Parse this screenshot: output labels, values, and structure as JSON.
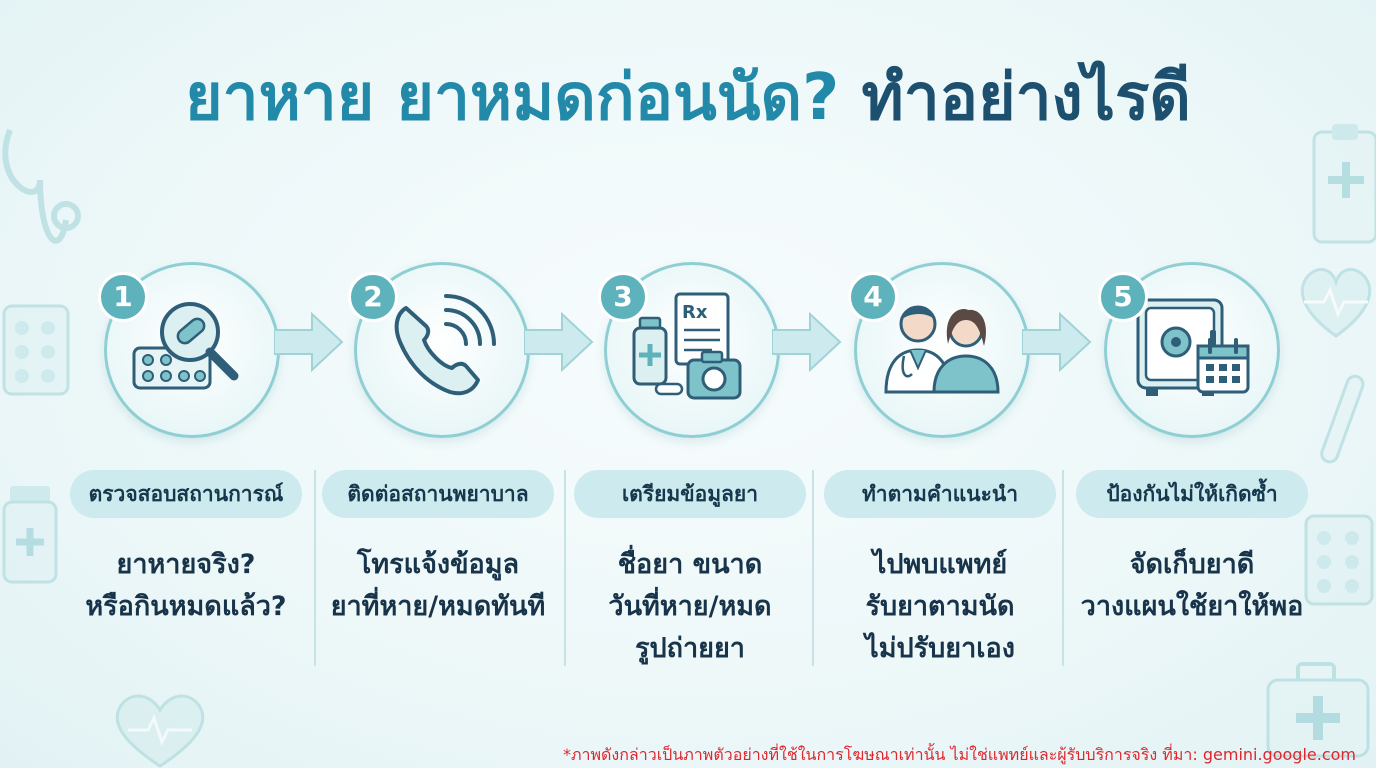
{
  "title": {
    "part1": "ยาหาย ยาหมดก่อนนัด?",
    "part2": "ทำอย่างไรดี"
  },
  "colors": {
    "title_light": "#2389a8",
    "title_dark": "#1d4f6e",
    "badge": "#5db2bc",
    "pill": "#cdeaee",
    "footnote": "#e0262d"
  },
  "steps": [
    {
      "number": "1",
      "icon": "magnifier-pills-icon",
      "heading": "ตรวจสอบสถานการณ์",
      "lines": [
        "ยาหายจริง?",
        "หรือกินหมดแล้ว?"
      ]
    },
    {
      "number": "2",
      "icon": "phone-call-icon",
      "heading": "ติดต่อสถานพยาบาล",
      "lines": [
        "โทรแจ้งข้อมูล",
        "ยาที่หาย/หมดทันที"
      ]
    },
    {
      "number": "3",
      "icon": "prescription-camera-icon",
      "heading": "เตรียมข้อมูลยา",
      "lines": [
        "ชื่อยา ขนาด",
        "วันที่หาย/หมด",
        "รูปถ่ายยา"
      ]
    },
    {
      "number": "4",
      "icon": "doctor-patient-icon",
      "heading": "ทำตามคำแนะนำ",
      "lines": [
        "ไปพบแพทย์",
        "รับยาตามนัด",
        "ไม่ปรับยาเอง"
      ]
    },
    {
      "number": "5",
      "icon": "safe-calendar-icon",
      "heading": "ป้องกันไม่ให้เกิดซ้ำ",
      "lines": [
        "จัดเก็บยาดี",
        "วางแผนใช้ยาให้พอ"
      ]
    }
  ],
  "footnote": "*ภาพดังกล่าวเป็นภาพตัวอย่างที่ใช้ในการโฆษณาเท่านั้น ไม่ใช่แพทย์และผู้รับบริการจริง ที่มา: gemini.google.com"
}
